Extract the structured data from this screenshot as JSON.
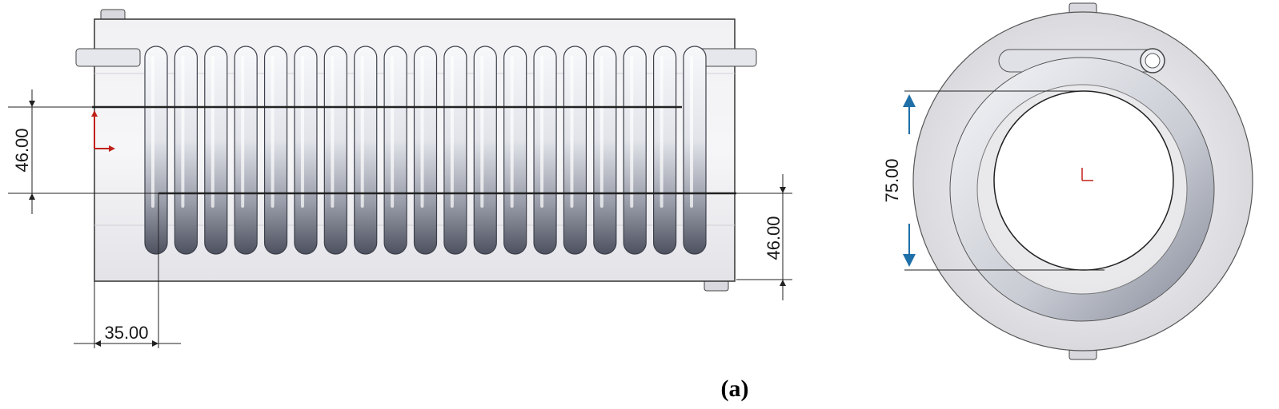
{
  "figure": {
    "caption": "(a)",
    "side_view": {
      "turn_count": 19,
      "dimensions": {
        "left_vertical": "46.00",
        "right_vertical": "46.00",
        "bottom_horizontal": "35.00"
      }
    },
    "end_view": {
      "dimensions": {
        "diameter": "75.00"
      }
    },
    "colors": {
      "body_fill": "#ececf0",
      "coil_light": "#f4f5f8",
      "coil_dark": "#5a5e6c",
      "dimension_line": "#222222",
      "arrow_blue": "#1f6fa8",
      "axis_red": "#c0201a"
    }
  }
}
